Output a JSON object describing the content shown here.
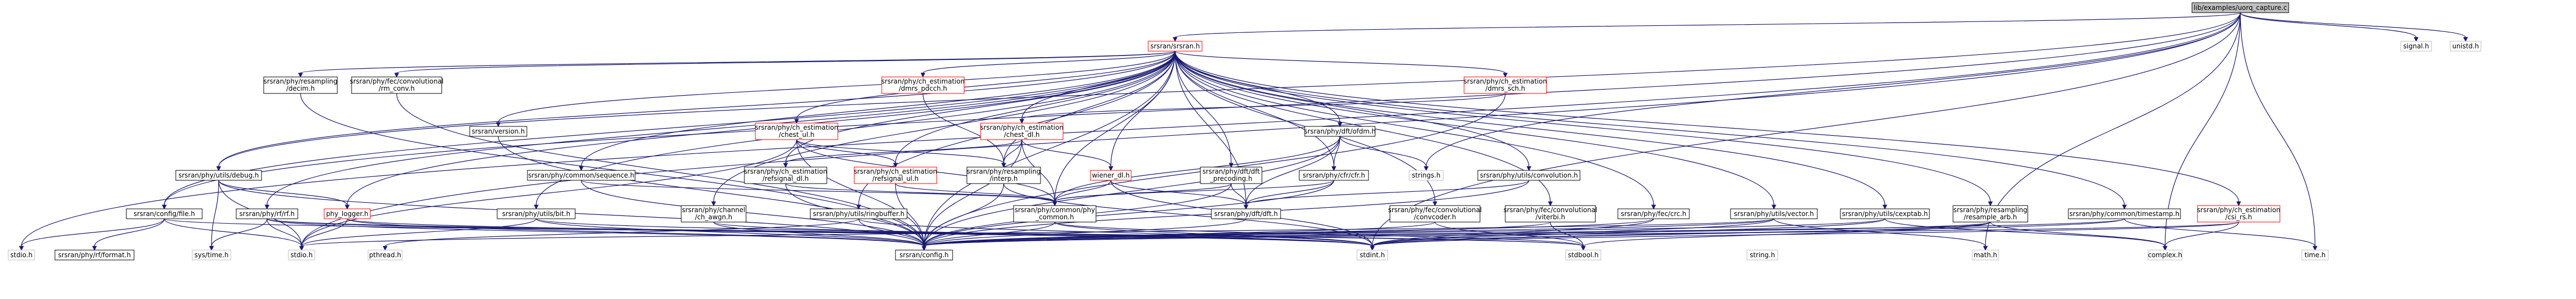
{
  "colors": {
    "edge": "#191970",
    "node_border": "#000000",
    "node_fill": "#ffffff",
    "missing_border": "#ff0000",
    "root_fill": "#bfbfbf",
    "background": "#ffffff"
  },
  "nodes": [
    {
      "id": "root",
      "label": [
        "lib/examples/uorq_capture.c"
      ],
      "style": "root"
    },
    {
      "id": "srsran_h",
      "label": [
        "srsran/srsran.h"
      ],
      "style": "missing"
    },
    {
      "id": "signal_h",
      "label": [
        "signal.h"
      ],
      "style": "plain"
    },
    {
      "id": "unistd_h",
      "label": [
        "unistd.h"
      ],
      "style": "plain"
    },
    {
      "id": "resampling_decim",
      "label": [
        "srsran/phy/resampling",
        "/decim.h"
      ],
      "style": "normal"
    },
    {
      "id": "fec_rm_conv",
      "label": [
        "srsran/phy/fec/convolutional",
        "/rm_conv.h"
      ],
      "style": "normal"
    },
    {
      "id": "chest_pdcch",
      "label": [
        "srsran/phy/ch_estimation",
        "/dmrs_pdcch.h"
      ],
      "style": "missing"
    },
    {
      "id": "dmrs_sch",
      "label": [
        "srsran/phy/ch_estimation",
        "/dmrs_sch.h"
      ],
      "style": "missing"
    },
    {
      "id": "version_h",
      "label": [
        "srsran/version.h"
      ],
      "style": "normal"
    },
    {
      "id": "chest_ul",
      "label": [
        "srsran/phy/ch_estimation",
        "/chest_ul.h"
      ],
      "style": "missing"
    },
    {
      "id": "chest_dl",
      "label": [
        "srsran/phy/ch_estimation",
        "/chest_dl.h"
      ],
      "style": "missing"
    },
    {
      "id": "dft_ofdm",
      "label": [
        "srsran/phy/dft/ofdm.h"
      ],
      "style": "normal"
    },
    {
      "id": "utils_debug",
      "label": [
        "srsran/phy/utils/debug.h"
      ],
      "style": "normal"
    },
    {
      "id": "common_sequence",
      "label": [
        "srsran/phy/common/sequence.h"
      ],
      "style": "normal"
    },
    {
      "id": "refsignal_dl",
      "label": [
        "srsran/phy/ch_estimation",
        "/refsignal_dl.h"
      ],
      "style": "normal"
    },
    {
      "id": "refsignal_ul",
      "label": [
        "srsran/phy/ch_estimation",
        "/refsignal_ul.h"
      ],
      "style": "missing"
    },
    {
      "id": "resampling_interp",
      "label": [
        "srsran/phy/resampling",
        "/interp.h"
      ],
      "style": "normal"
    },
    {
      "id": "wiener_dl",
      "label": [
        "wiener_dl.h"
      ],
      "style": "missing"
    },
    {
      "id": "dft_precoding",
      "label": [
        "srsran/phy/dft/dft",
        "_precoding.h"
      ],
      "style": "normal"
    },
    {
      "id": "cfr_cfr",
      "label": [
        "srsran/phy/cfr/cfr.h"
      ],
      "style": "normal"
    },
    {
      "id": "strings_h",
      "label": [
        "strings.h"
      ],
      "style": "plain"
    },
    {
      "id": "utils_convolution",
      "label": [
        "srsran/phy/utils/convolution.h"
      ],
      "style": "normal"
    },
    {
      "id": "config_file",
      "label": [
        "srsran/config/file.h"
      ],
      "style": "normal"
    },
    {
      "id": "phy_logger",
      "label": [
        "phy_logger.h"
      ],
      "style": "missing"
    },
    {
      "id": "rf_rf",
      "label": [
        "srsran/phy/rf/rf.h"
      ],
      "style": "normal"
    },
    {
      "id": "channel_ch_awgn",
      "label": [
        "srsran/phy/channel",
        "/ch_awgn.h"
      ],
      "style": "normal"
    },
    {
      "id": "utils_bit",
      "label": [
        "srsran/phy/utils/bit.h"
      ],
      "style": "normal"
    },
    {
      "id": "utils_ringbuffer",
      "label": [
        "srsran/phy/utils/ringbuffer.h"
      ],
      "style": "normal"
    },
    {
      "id": "common_phy_common",
      "label": [
        "srsran/phy/common/phy",
        "_common.h"
      ],
      "style": "normal"
    },
    {
      "id": "dft_dft",
      "label": [
        "srsran/phy/dft/dft.h"
      ],
      "style": "normal"
    },
    {
      "id": "fec_convcoder",
      "label": [
        "srsran/phy/fec/convolutional",
        "/convcoder.h"
      ],
      "style": "normal"
    },
    {
      "id": "fec_viterbi",
      "label": [
        "srsran/phy/fec/convolutional",
        "/viterbi.h"
      ],
      "style": "normal"
    },
    {
      "id": "fec_crc",
      "label": [
        "srsran/phy/fec/crc.h"
      ],
      "style": "normal"
    },
    {
      "id": "utils_vector",
      "label": [
        "srsran/phy/utils/vector.h"
      ],
      "style": "normal"
    },
    {
      "id": "utils_cexptab",
      "label": [
        "srsran/phy/utils/cexptab.h"
      ],
      "style": "normal"
    },
    {
      "id": "resample_arb",
      "label": [
        "srsran/phy/resampling",
        "/resample_arb.h"
      ],
      "style": "normal"
    },
    {
      "id": "common_timestamp",
      "label": [
        "srsran/phy/common/timestamp.h"
      ],
      "style": "normal"
    },
    {
      "id": "csi_rs",
      "label": [
        "srsran/phy/ch_estimation",
        "/csi_rs.h"
      ],
      "style": "missing"
    },
    {
      "id": "stdio_h_left",
      "label": [
        "stdio.h"
      ],
      "style": "plain"
    },
    {
      "id": "rf_format",
      "label": [
        "srsran/phy/rf/format.h"
      ],
      "style": "normal"
    },
    {
      "id": "sys_time_h",
      "label": [
        "sys/time.h"
      ],
      "style": "plain"
    },
    {
      "id": "stdio_h",
      "label": [
        "stdio.h"
      ],
      "style": "plain"
    },
    {
      "id": "pthread_h",
      "label": [
        "pthread.h"
      ],
      "style": "plain"
    },
    {
      "id": "config_h",
      "label": [
        "srsran/config.h"
      ],
      "style": "normal"
    },
    {
      "id": "stdint_h",
      "label": [
        "stdint.h"
      ],
      "style": "plain"
    },
    {
      "id": "stdbool_h",
      "label": [
        "stdbool.h"
      ],
      "style": "plain"
    },
    {
      "id": "string_h",
      "label": [
        "string.h"
      ],
      "style": "plain"
    },
    {
      "id": "math_h",
      "label": [
        "math.h"
      ],
      "style": "plain"
    },
    {
      "id": "complex_h",
      "label": [
        "complex.h"
      ],
      "style": "plain"
    },
    {
      "id": "time_h",
      "label": [
        "time.h"
      ],
      "style": "plain"
    }
  ]
}
